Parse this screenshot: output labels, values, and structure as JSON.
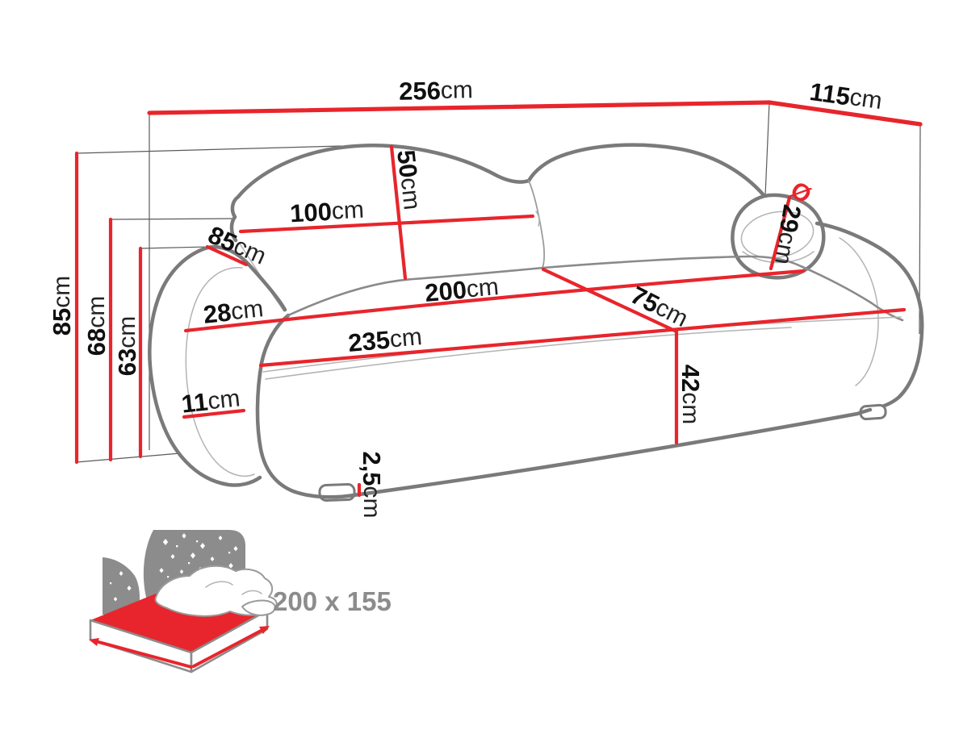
{
  "diagram": {
    "dimensions": {
      "overall_width": {
        "value": "256",
        "unit": "cm"
      },
      "overall_depth": {
        "value": "115",
        "unit": "cm"
      },
      "overall_height": {
        "value": "85",
        "unit": "cm"
      },
      "backrest_height": {
        "value": "68",
        "unit": "cm"
      },
      "armrest_height": {
        "value": "63",
        "unit": "cm"
      },
      "back_cushion_height": {
        "value": "50",
        "unit": "cm"
      },
      "back_cushion_width": {
        "value": "100",
        "unit": "cm"
      },
      "armrest_depth": {
        "value": "85",
        "unit": "cm"
      },
      "armrest_width": {
        "value": "28",
        "unit": "cm"
      },
      "seat_width": {
        "value": "200",
        "unit": "cm"
      },
      "seat_depth": {
        "value": "75",
        "unit": "cm"
      },
      "front_width": {
        "value": "235",
        "unit": "cm"
      },
      "armrest_front_height": {
        "value": "11",
        "unit": "cm"
      },
      "seat_height": {
        "value": "42",
        "unit": "cm"
      },
      "leg_height": {
        "value": "2,5",
        "unit": "cm"
      },
      "bolster_diameter": {
        "prefix": "Ø",
        "value": "29",
        "unit": "cm"
      }
    },
    "sleeping_area": {
      "size_label": "200 x 155"
    },
    "colors": {
      "dimension_red": "#e8252c",
      "outline_gray": "#7a7a7a",
      "icon_gray": "#8c8c8c"
    }
  }
}
